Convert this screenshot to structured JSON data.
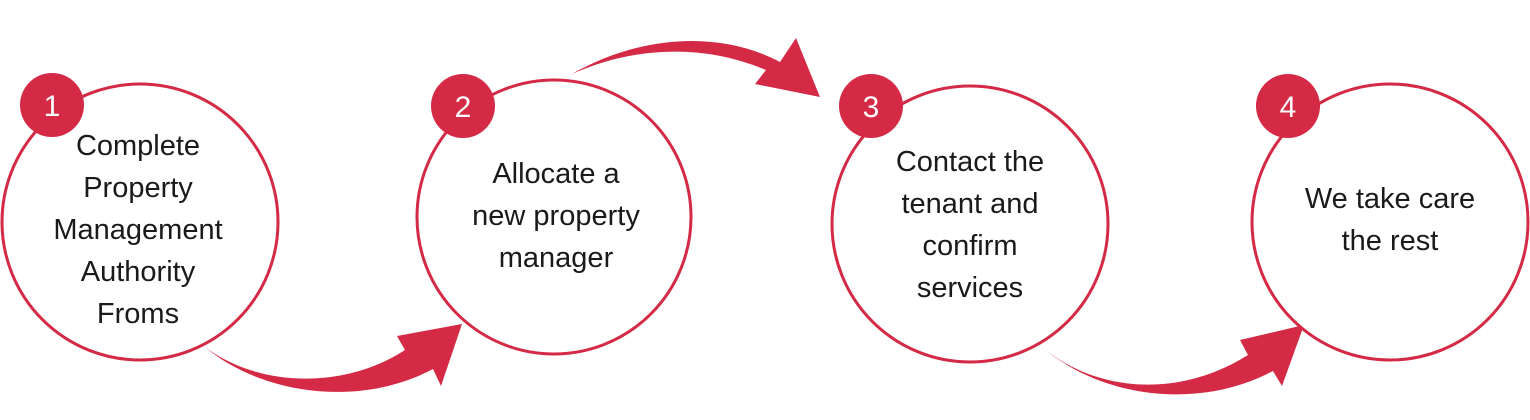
{
  "colors": {
    "accent": "#d42a45",
    "badge_text": "#ffffff",
    "body_text": "#1a1a1a",
    "background": "#ffffff"
  },
  "steps": [
    {
      "number": "1",
      "text": "Complete\nProperty\nManagement\nAuthority\nFroms"
    },
    {
      "number": "2",
      "text": "Allocate a\nnew property\nmanager"
    },
    {
      "number": "3",
      "text": "Contact the\ntenant and\nconfirm\nservices"
    },
    {
      "number": "4",
      "text": "We take care\nthe rest"
    }
  ]
}
